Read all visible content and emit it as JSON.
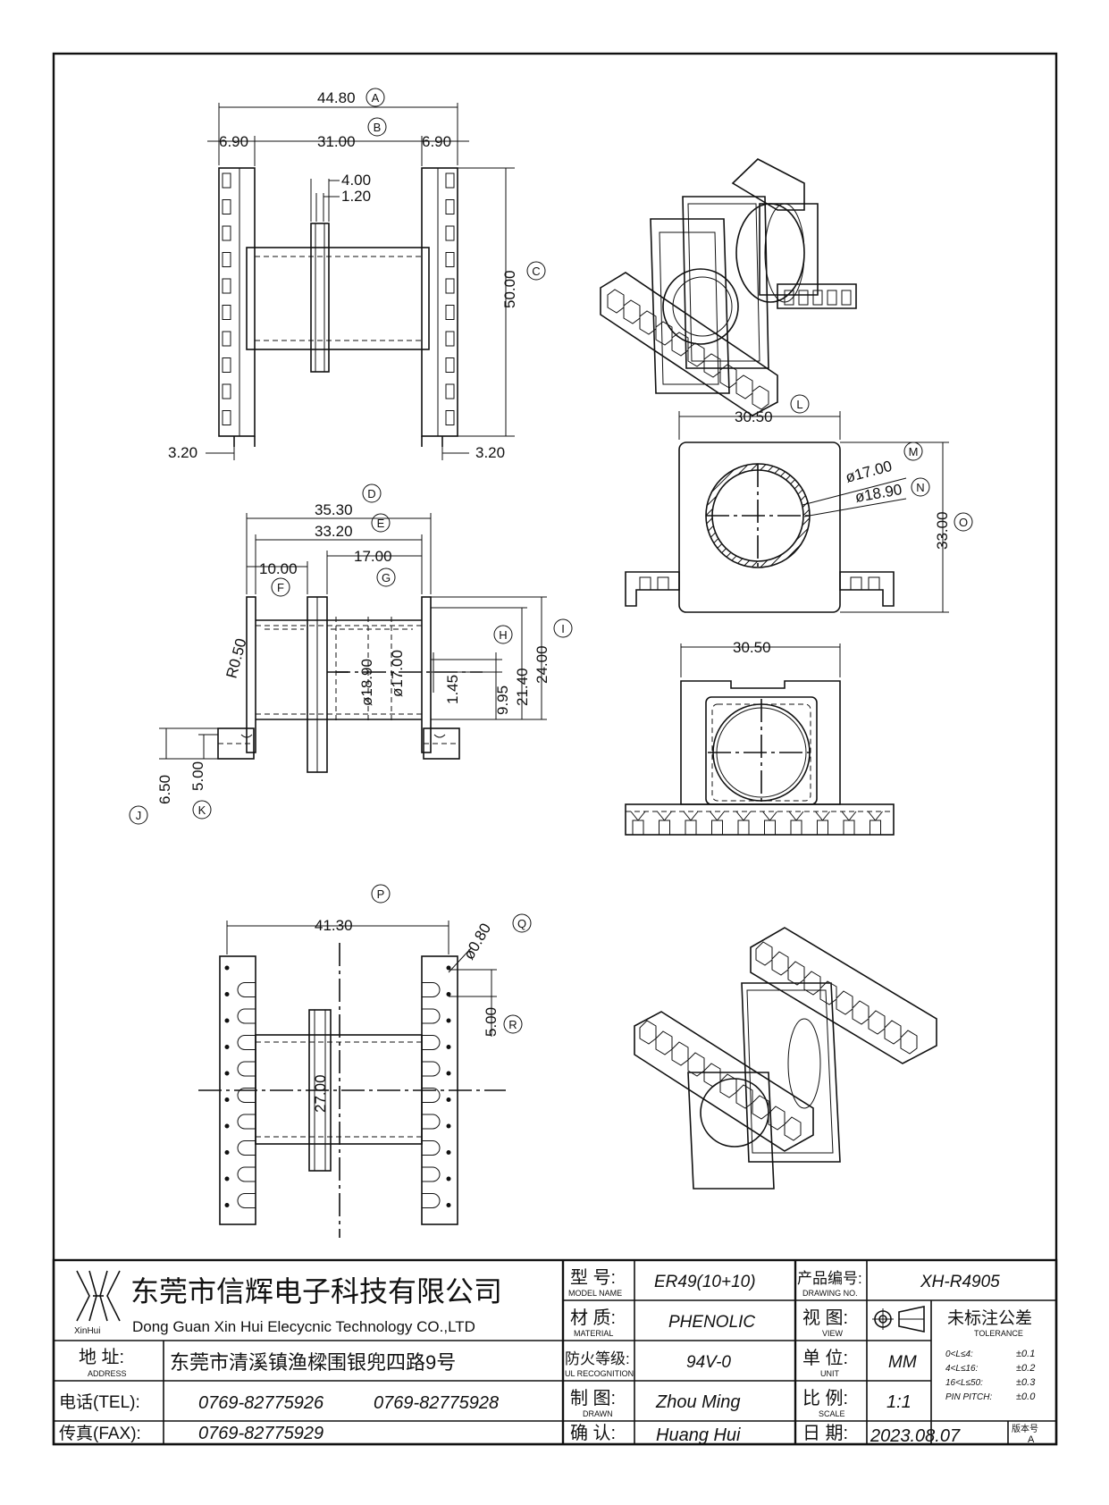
{
  "dimensions": {
    "A": {
      "tag": "A",
      "value": "44.80"
    },
    "B": {
      "tag": "B",
      "value": "31.00"
    },
    "flange_left": "6.90",
    "flange_right": "6.90",
    "wall_40": "4.00",
    "wall_12": "1.20",
    "C": {
      "tag": "C",
      "value": "50.00"
    },
    "pin_left": "3.20",
    "pin_right": "3.20",
    "L": {
      "tag": "L",
      "value": "30.50"
    },
    "M": {
      "tag": "M",
      "value": "ø17.00"
    },
    "N": {
      "tag": "N",
      "value": "ø18.90"
    },
    "O": {
      "tag": "O",
      "value": "33.00"
    },
    "D": {
      "tag": "D",
      "value": "35.30"
    },
    "E": {
      "tag": "E",
      "value": "33.20"
    },
    "F": {
      "tag": "F",
      "value": "10.00"
    },
    "G": {
      "tag": "G",
      "value": "17.00"
    },
    "H": {
      "tag": "H",
      "value": "21.40"
    },
    "I": {
      "tag": "I",
      "value": "24.00"
    },
    "radius": "R0.50",
    "bore_outer": "ø18.90",
    "bore_inner": "ø17.00",
    "h_995": "9.95",
    "h_145": "1.45",
    "J": {
      "tag": "J",
      "value": "6.50"
    },
    "K": {
      "tag": "K",
      "value": "5.00"
    },
    "bottom_width": "30.50",
    "P": {
      "tag": "P",
      "value": "41.30"
    },
    "Q": {
      "tag": "Q",
      "value": "ø0.80"
    },
    "R": {
      "tag": "R",
      "value": "5.00"
    },
    "core_2700": "27.00"
  },
  "title_block": {
    "company_cn": "东莞市信辉电子科技有限公司",
    "company_en": "Dong Guan Xin Hui Elecycnic Technology CO.,LTD",
    "logo_text": "XinHui",
    "address_label_cn": "地 址:",
    "address_label_en": "ADDRESS",
    "address_value": "东莞市清溪镇渔樑围银兜四路9号",
    "tel_label": "电话(TEL):",
    "tel_value_1": "0769-82775926",
    "tel_value_2": "0769-82775928",
    "fax_label": "传真(FAX):",
    "fax_value": "0769-82775929",
    "model_label_cn": "型 号:",
    "model_label_en": "MODEL NAME",
    "model_value": "ER49(10+10)",
    "material_label_cn": "材 质:",
    "material_label_en": "MATERIAL",
    "material_value": "PHENOLIC",
    "ul_label_cn": "防火等级:",
    "ul_label_en": "UL RECOGNITION",
    "ul_value": "94V-0",
    "drawn_label_cn": "制 图:",
    "drawn_label_en": "DRAWN",
    "drawn_value": "Zhou Ming",
    "confirm_label_cn": "确 认:",
    "confirm_value": "Huang Hui",
    "drawing_no_label_cn": "产品编号:",
    "drawing_no_label_en": "DRAWING NO.",
    "drawing_no_value": "XH-R4905",
    "view_label_cn": "视 图:",
    "view_label_en": "VIEW",
    "unit_label_cn": "单 位:",
    "unit_label_en": "UNIT",
    "unit_value": "MM",
    "scale_label_cn": "比 例:",
    "scale_label_en": "SCALE",
    "scale_value": "1:1",
    "date_label_cn": "日 期:",
    "date_value": "2023.08.07",
    "tolerance_title_cn": "未标注公差",
    "tolerance_title_en": "TOLERANCE",
    "tol_row_1_label": "0<L≤4:",
    "tol_row_1_value": "±0.1",
    "tol_row_2_label": "4<L≤16:",
    "tol_row_2_value": "±0.2",
    "tol_row_3_label": "16<L≤50:",
    "tol_row_3_value": "±0.3",
    "tol_row_4_label": "PIN PITCH:",
    "tol_row_4_value": "±0.0",
    "version_label": "版本号",
    "version_value": "A"
  }
}
